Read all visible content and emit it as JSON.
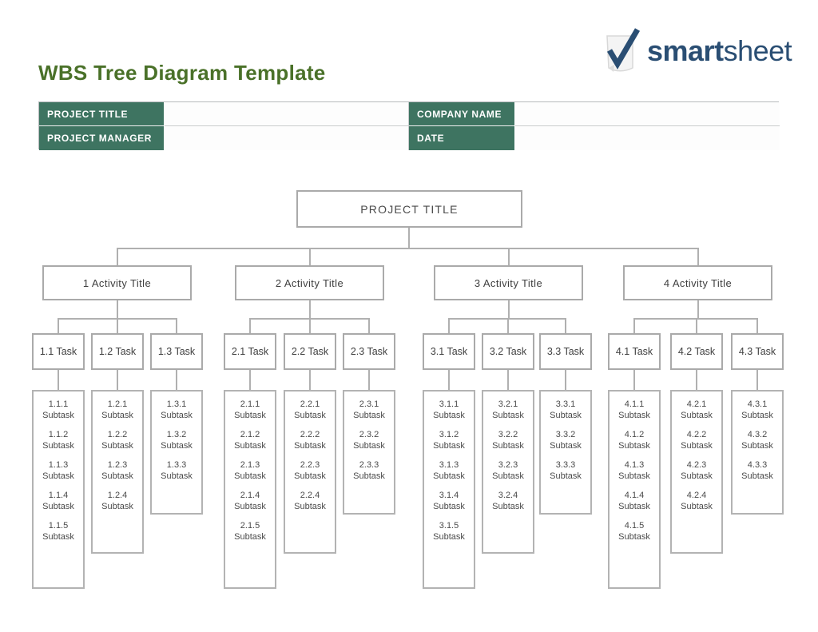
{
  "page": {
    "title": "WBS Tree Diagram Template"
  },
  "logo": {
    "smart": "smart",
    "sheet": "sheet",
    "mark": "checkmark-page-icon"
  },
  "colors": {
    "title_green": "#4A7129",
    "header_green": "#3E7461",
    "logo_blue": "#2A4E73",
    "box_border_gray": "#AAAAAA",
    "connector_gray": "#B0B0B0",
    "table_border_gray": "#B7BABC"
  },
  "info_table": {
    "fields": [
      {
        "label": "PROJECT TITLE",
        "value": ""
      },
      {
        "label": "COMPANY NAME",
        "value": ""
      },
      {
        "label": "PROJECT MANAGER",
        "value": ""
      },
      {
        "label": "DATE",
        "value": ""
      }
    ]
  },
  "tree": {
    "root": "PROJECT TITLE",
    "activities": [
      {
        "label": "1 Activity Title",
        "tasks": [
          {
            "label": "1.1 Task",
            "subtasks": [
              {
                "num": "1.1.1",
                "label": "Subtask"
              },
              {
                "num": "1.1.2",
                "label": "Subtask"
              },
              {
                "num": "1.1.3",
                "label": "Subtask"
              },
              {
                "num": "1.1.4",
                "label": "Subtask"
              },
              {
                "num": "1.1.5",
                "label": "Subtask"
              }
            ]
          },
          {
            "label": "1.2 Task",
            "subtasks": [
              {
                "num": "1.2.1",
                "label": "Subtask"
              },
              {
                "num": "1.2.2",
                "label": "Subtask"
              },
              {
                "num": "1.2.3",
                "label": "Subtask"
              },
              {
                "num": "1.2.4",
                "label": "Subtask"
              }
            ]
          },
          {
            "label": "1.3 Task",
            "subtasks": [
              {
                "num": "1.3.1",
                "label": "Subtask"
              },
              {
                "num": "1.3.2",
                "label": "Subtask"
              },
              {
                "num": "1.3.3",
                "label": "Subtask"
              }
            ]
          }
        ]
      },
      {
        "label": "2 Activity Title",
        "tasks": [
          {
            "label": "2.1 Task",
            "subtasks": [
              {
                "num": "2.1.1",
                "label": "Subtask"
              },
              {
                "num": "2.1.2",
                "label": "Subtask"
              },
              {
                "num": "2.1.3",
                "label": "Subtask"
              },
              {
                "num": "2.1.4",
                "label": "Subtask"
              },
              {
                "num": "2.1.5",
                "label": "Subtask"
              }
            ]
          },
          {
            "label": "2.2 Task",
            "subtasks": [
              {
                "num": "2.2.1",
                "label": "Subtask"
              },
              {
                "num": "2.2.2",
                "label": "Subtask"
              },
              {
                "num": "2.2.3",
                "label": "Subtask"
              },
              {
                "num": "2.2.4",
                "label": "Subtask"
              }
            ]
          },
          {
            "label": "2.3 Task",
            "subtasks": [
              {
                "num": "2.3.1",
                "label": "Subtask"
              },
              {
                "num": "2.3.2",
                "label": "Subtask"
              },
              {
                "num": "2.3.3",
                "label": "Subtask"
              }
            ]
          }
        ]
      },
      {
        "label": "3 Activity Title",
        "tasks": [
          {
            "label": "3.1 Task",
            "subtasks": [
              {
                "num": "3.1.1",
                "label": "Subtask"
              },
              {
                "num": "3.1.2",
                "label": "Subtask"
              },
              {
                "num": "3.1.3",
                "label": "Subtask"
              },
              {
                "num": "3.1.4",
                "label": "Subtask"
              },
              {
                "num": "3.1.5",
                "label": "Subtask"
              }
            ]
          },
          {
            "label": "3.2 Task",
            "subtasks": [
              {
                "num": "3.2.1",
                "label": "Subtask"
              },
              {
                "num": "3.2.2",
                "label": "Subtask"
              },
              {
                "num": "3.2.3",
                "label": "Subtask"
              },
              {
                "num": "3.2.4",
                "label": "Subtask"
              }
            ]
          },
          {
            "label": "3.3 Task",
            "subtasks": [
              {
                "num": "3.3.1",
                "label": "Subtask"
              },
              {
                "num": "3.3.2",
                "label": "Subtask"
              },
              {
                "num": "3.3.3",
                "label": "Subtask"
              }
            ]
          }
        ]
      },
      {
        "label": "4 Activity Title",
        "tasks": [
          {
            "label": "4.1 Task",
            "subtasks": [
              {
                "num": "4.1.1",
                "label": "Subtask"
              },
              {
                "num": "4.1.2",
                "label": "Subtask"
              },
              {
                "num": "4.1.3",
                "label": "Subtask"
              },
              {
                "num": "4.1.4",
                "label": "Subtask"
              },
              {
                "num": "4.1.5",
                "label": "Subtask"
              }
            ]
          },
          {
            "label": "4.2 Task",
            "subtasks": [
              {
                "num": "4.2.1",
                "label": "Subtask"
              },
              {
                "num": "4.2.2",
                "label": "Subtask"
              },
              {
                "num": "4.2.3",
                "label": "Subtask"
              },
              {
                "num": "4.2.4",
                "label": "Subtask"
              }
            ]
          },
          {
            "label": "4.3 Task",
            "subtasks": [
              {
                "num": "4.3.1",
                "label": "Subtask"
              },
              {
                "num": "4.3.2",
                "label": "Subtask"
              },
              {
                "num": "4.3.3",
                "label": "Subtask"
              }
            ]
          }
        ]
      }
    ]
  }
}
